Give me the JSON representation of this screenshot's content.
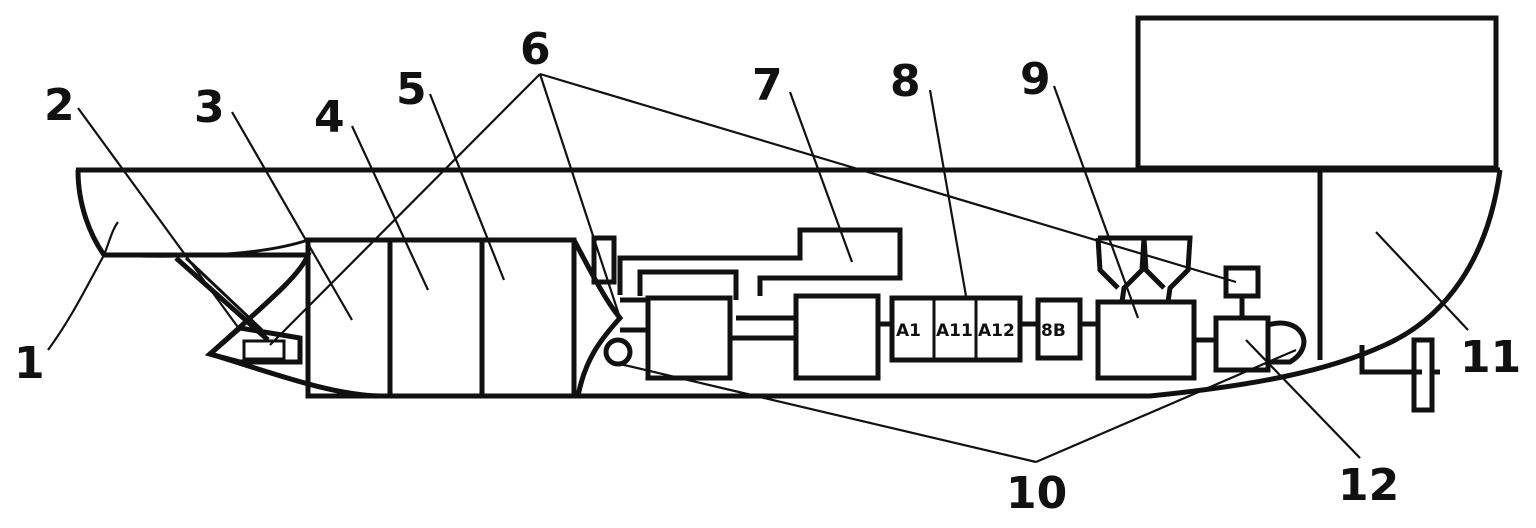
{
  "labels": {
    "n1": "1",
    "n2": "2",
    "n3": "3",
    "n4": "4",
    "n5": "5",
    "n6": "6",
    "n7": "7",
    "n8": "8",
    "n9": "9",
    "n10": "10",
    "n11": "11",
    "n12": "12"
  },
  "inner_text": {
    "a1": "A1",
    "a11": "A11",
    "a12": "A12",
    "box_8b": "8B"
  }
}
